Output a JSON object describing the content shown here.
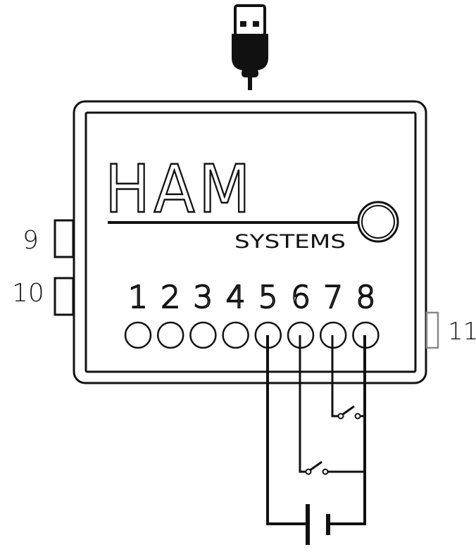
{
  "brand": {
    "name": "HAM",
    "subtitle": "SYSTEMS"
  },
  "terminals": {
    "labels": [
      "1",
      "2",
      "3",
      "4",
      "5",
      "6",
      "7",
      "8"
    ]
  },
  "side_labels": {
    "port_9": "9",
    "port_10": "10",
    "port_11": "11"
  },
  "colors": {
    "stroke": "#111111",
    "background": "#ffffff",
    "port_11": "#888888"
  },
  "icons": {
    "usb": "usb-plug-icon",
    "battery": "battery-icon",
    "switch": "switch-icon"
  }
}
